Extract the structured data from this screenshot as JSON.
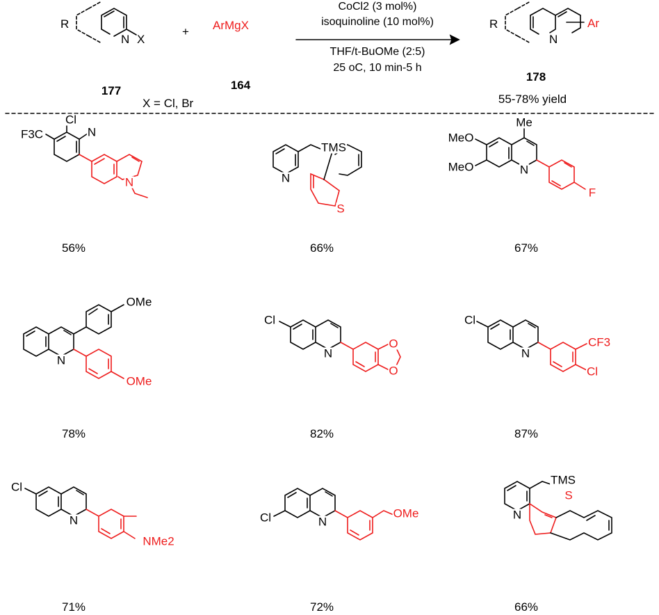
{
  "reaction": {
    "reactant_label": "177",
    "reactant_substituent": "R",
    "reactant_leaving_group": "X",
    "plus": "+",
    "reagent": "ArMgX",
    "reagent_label": "164",
    "x_definition": "X = Cl, Br",
    "conditions": [
      "CoCl2 (3 mol%)",
      "isoquinoline (10 mol%)",
      "THF/t-BuOMe (2:5)",
      "25 oC, 10 min-5 h"
    ],
    "product_label": "178",
    "product_substituent": "R",
    "product_ar": "Ar",
    "yield_range": "55-78% yield"
  },
  "products": [
    {
      "yield": "56%",
      "substituents": [
        "F3C",
        "Cl",
        "N",
        "N"
      ]
    },
    {
      "yield": "66%",
      "substituents": [
        "TMS",
        "N",
        "S"
      ]
    },
    {
      "yield": "67%",
      "substituents": [
        "Me",
        "MeO",
        "MeO",
        "N",
        "F"
      ]
    },
    {
      "yield": "78%",
      "substituents": [
        "OMe",
        "N",
        "OMe"
      ]
    },
    {
      "yield": "82%",
      "substituents": [
        "Cl",
        "N",
        "O",
        "O"
      ]
    },
    {
      "yield": "87%",
      "substituents": [
        "Cl",
        "N",
        "CF3",
        "Cl"
      ]
    },
    {
      "yield": "71%",
      "substituents": [
        "Cl",
        "N",
        "NMe2"
      ]
    },
    {
      "yield": "72%",
      "substituents": [
        "Cl",
        "N",
        "OMe"
      ]
    },
    {
      "yield": "66%",
      "substituents": [
        "TMS",
        "N",
        "S"
      ]
    }
  ],
  "colors": {
    "ar_group": "#ee1c1c",
    "text": "#000000",
    "divider": "#000000"
  }
}
